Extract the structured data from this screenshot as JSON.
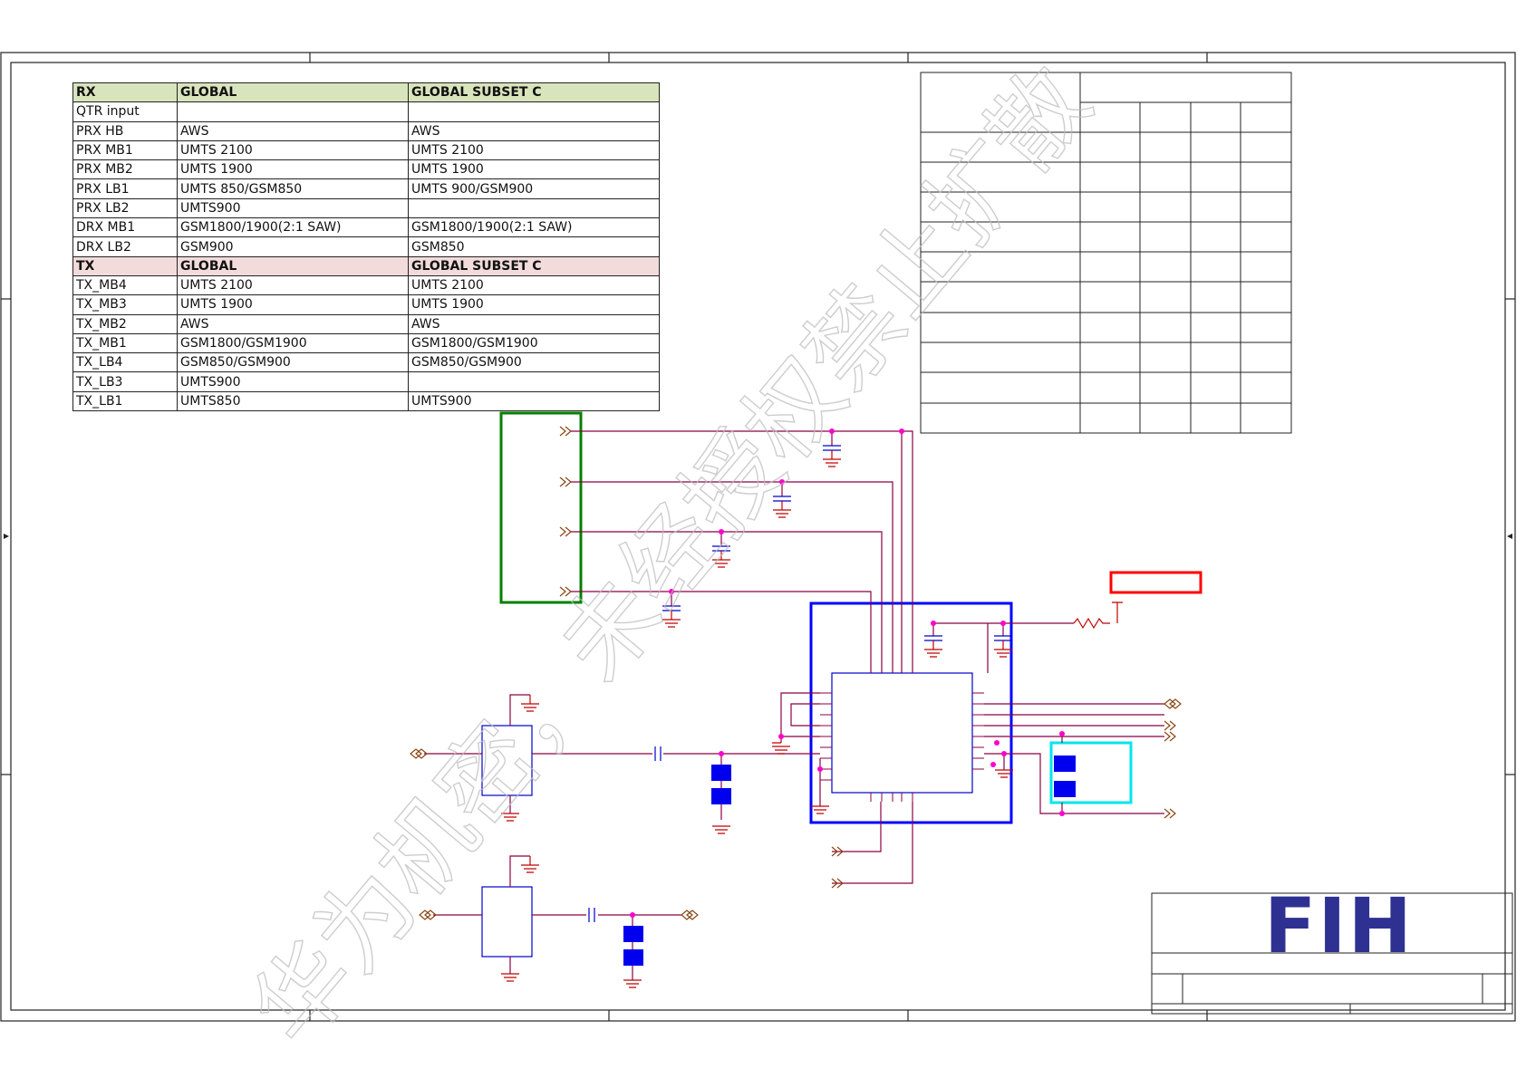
{
  "band_table": {
    "rows": [
      {
        "kind": "rx-header",
        "c0": "RX",
        "c1": "GLOBAL",
        "c2": "GLOBAL SUBSET C"
      },
      {
        "kind": "row",
        "c0": "QTR input",
        "c1": "",
        "c2": ""
      },
      {
        "kind": "row",
        "c0": "PRX HB",
        "c1": "AWS",
        "c2": "AWS"
      },
      {
        "kind": "row",
        "c0": "PRX MB1",
        "c1": "UMTS 2100",
        "c2": "UMTS 2100"
      },
      {
        "kind": "row",
        "c0": "PRX MB2",
        "c1": "UMTS 1900",
        "c2": "UMTS 1900"
      },
      {
        "kind": "row",
        "c0": "PRX LB1",
        "c1": "UMTS 850/GSM850",
        "c2": "UMTS 900/GSM900"
      },
      {
        "kind": "row",
        "c0": "PRX LB2",
        "c1": "UMTS900",
        "c2": ""
      },
      {
        "kind": "row",
        "c0": "DRX MB1",
        "c1": "GSM1800/1900(2:1 SAW)",
        "c2": "GSM1800/1900(2:1 SAW)"
      },
      {
        "kind": "row",
        "c0": "DRX LB2",
        "c1": "GSM900",
        "c2": "GSM850"
      },
      {
        "kind": "tx-header",
        "c0": "TX",
        "c1": "GLOBAL",
        "c2": "GLOBAL SUBSET C"
      },
      {
        "kind": "row",
        "c0": "TX_MB4",
        "c1": "UMTS 2100",
        "c2": "UMTS 2100"
      },
      {
        "kind": "row",
        "c0": "TX_MB3",
        "c1": "UMTS 1900",
        "c2": "UMTS 1900"
      },
      {
        "kind": "row",
        "c0": "TX_MB2",
        "c1": "AWS",
        "c2": "AWS"
      },
      {
        "kind": "row",
        "c0": "TX_MB1",
        "c1": "GSM1800/GSM1900",
        "c2": "GSM1800/GSM1900"
      },
      {
        "kind": "row",
        "c0": "TX_LB4",
        "c1": "GSM850/GSM900",
        "c2": "GSM850/GSM900"
      },
      {
        "kind": "row",
        "c0": "TX_LB3",
        "c1": "UMTS900",
        "c2": ""
      },
      {
        "kind": "row",
        "c0": "TX_LB1",
        "c1": "UMTS850",
        "c2": "UMTS900"
      }
    ]
  },
  "title_block": {
    "logo": "FIH"
  },
  "watermark": {
    "text": "华为机密，未经授权禁止扩散"
  },
  "colors": {
    "wire": "#8b0045",
    "ground": "#c00000",
    "junction": "#ff00cc",
    "component": "#0000cc",
    "chip_highlight": "#0000ff",
    "connector_highlight": "#008000",
    "label_highlight": "#ff0000",
    "filter_highlight": "#00e5ee",
    "logo": "#2e3192",
    "rx_header_fill": "#d8e4bc",
    "tx_header_fill": "#f2dcdb"
  }
}
